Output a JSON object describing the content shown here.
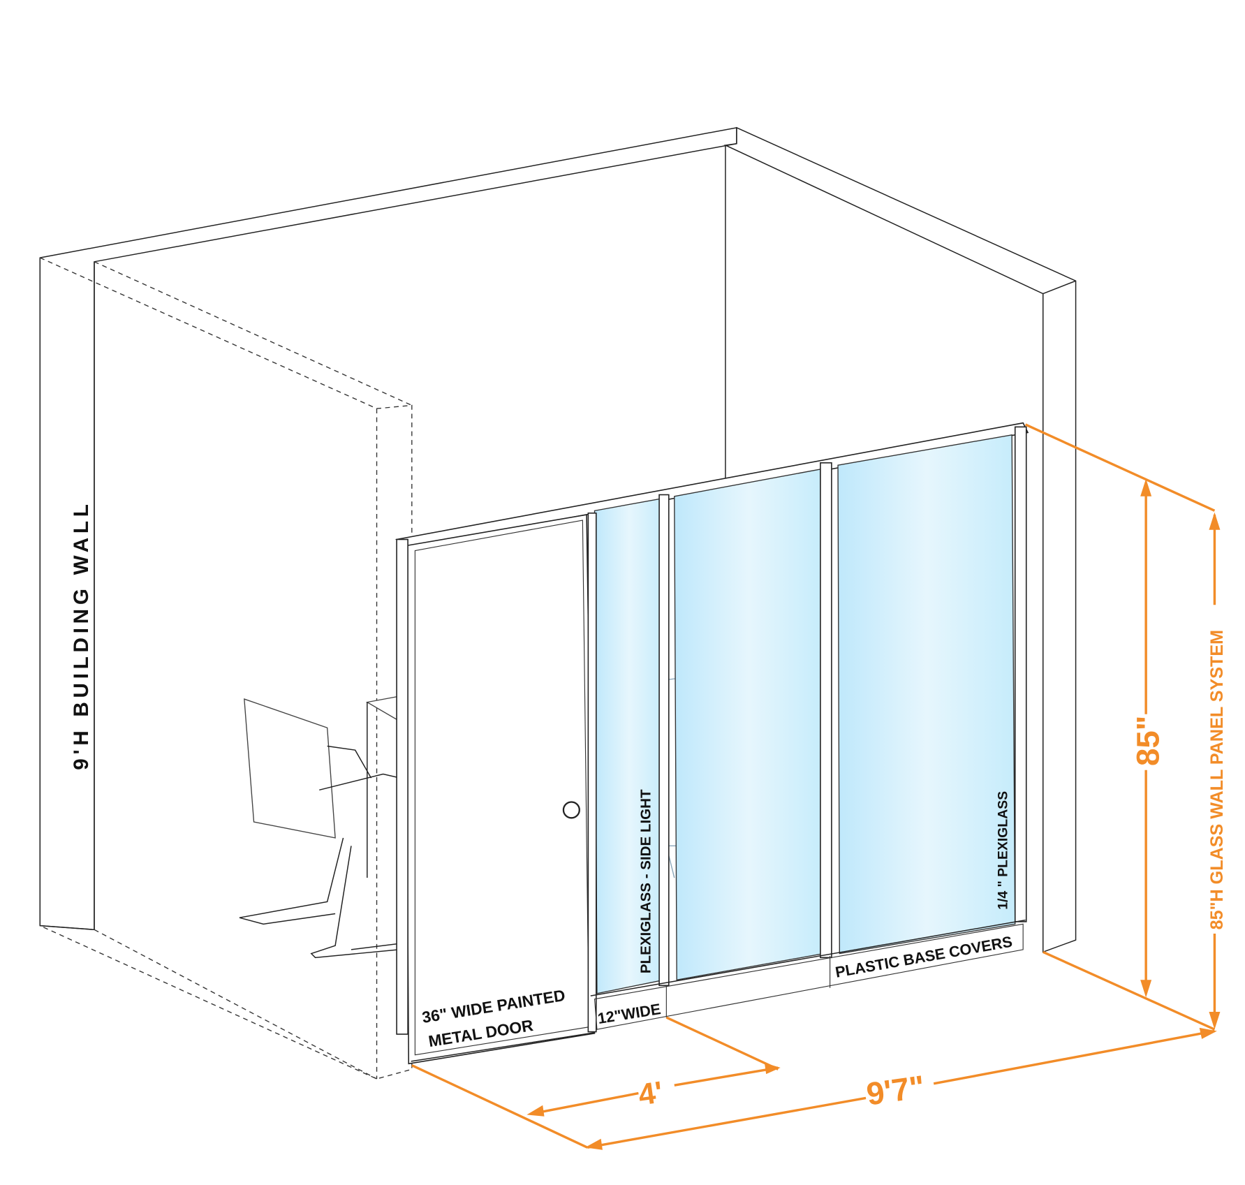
{
  "title": "Glass wall panel office diagram",
  "labels": {
    "building_wall": "9'H BUILDING WALL",
    "door": [
      "36\" WIDE PAINTED",
      "METAL DOOR"
    ],
    "side_light": "PLEXIGLASS - SIDE LIGHT",
    "side_light_width": "12\"WIDE",
    "base_covers": "PLASTIC BASE COVERS",
    "plexiglass": "1/4 \" PLEXIGLASS",
    "system": "85\"H GLASS WALL PANEL SYSTEM"
  },
  "dimensions": {
    "height": "85\"",
    "depth": "4'",
    "width": "9'7\""
  },
  "colors": {
    "dimension": "#f28c28",
    "glass": "#cfeefc"
  }
}
